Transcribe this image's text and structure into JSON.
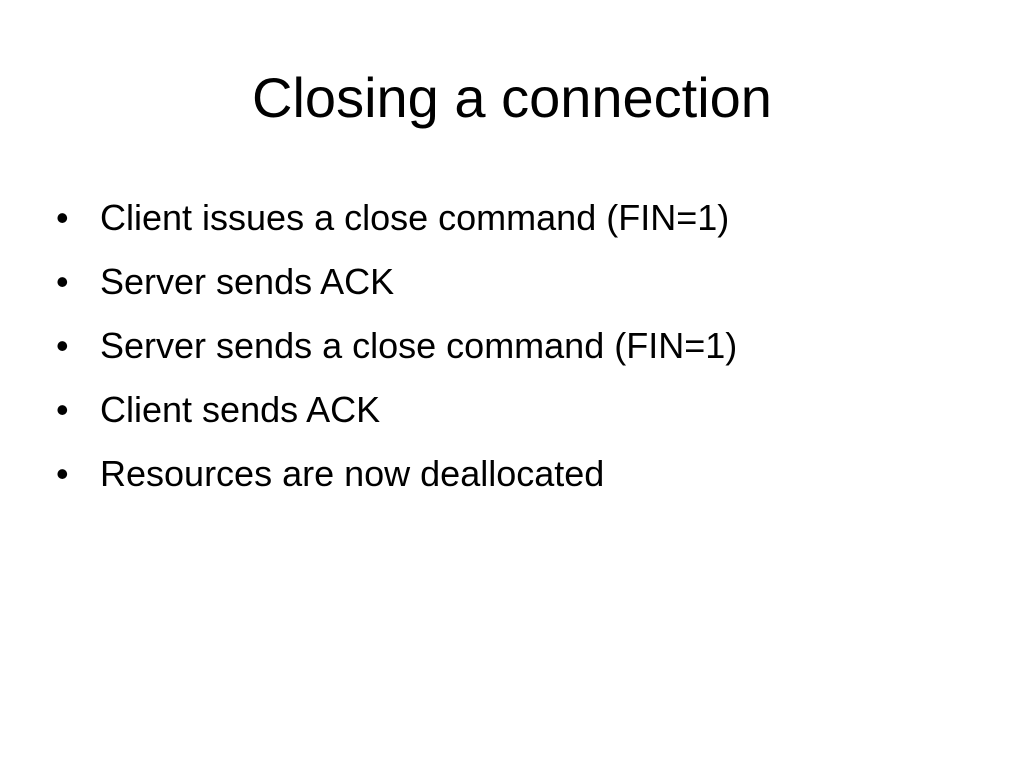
{
  "slide": {
    "title": "Closing a connection",
    "bullet_marker": "•",
    "bullets": [
      "Client issues a close command (FIN=1)",
      "Server sends ACK",
      "Server sends a close command (FIN=1)",
      "Client sends ACK",
      "Resources are now deallocated"
    ]
  }
}
